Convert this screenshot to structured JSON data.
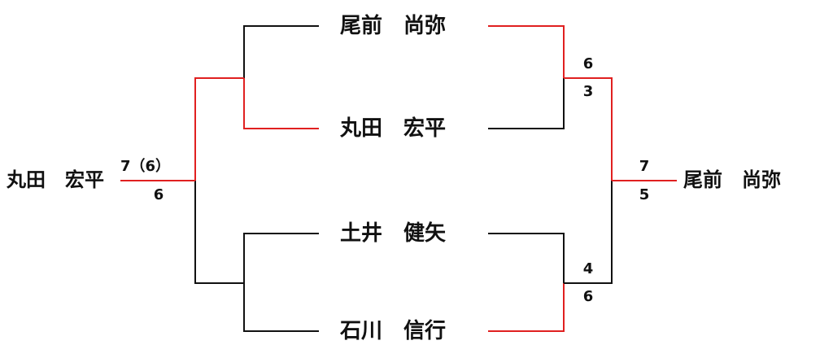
{
  "colors": {
    "winner_line": "#e02020",
    "loser_line": "#111111"
  },
  "players": {
    "p1": "尾前　尚弥",
    "p2": "丸田　宏平",
    "p3": "土井　健矢",
    "p4": "石川　信行"
  },
  "left_final": {
    "winner": "丸田　宏平",
    "score_top": "7（6）",
    "score_bottom": "6"
  },
  "right_semis": {
    "upper_score_top": "6",
    "upper_score_bottom": "3",
    "lower_score_top": "4",
    "lower_score_bottom": "6"
  },
  "right_final": {
    "winner": "尾前　尚弥",
    "score_top": "7",
    "score_bottom": "5"
  }
}
